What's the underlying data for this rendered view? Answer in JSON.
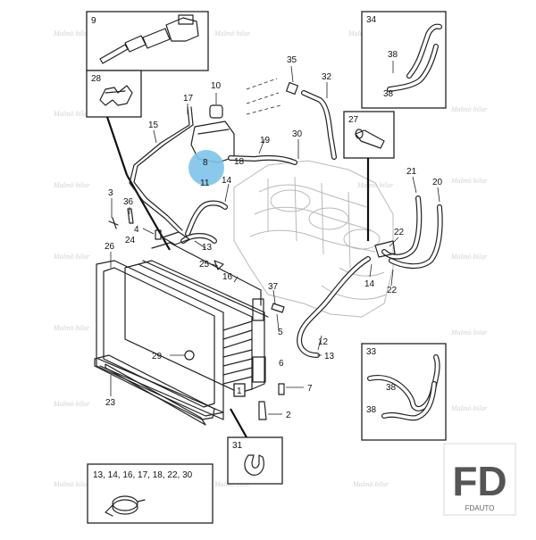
{
  "watermark": "Malmö bilar",
  "highlight_color": "#7ec3ea",
  "logo": {
    "letters": "FD",
    "caption": "FDAUTO"
  },
  "detail_boxes": {
    "box9": {
      "number": "9",
      "part": "temperature-sensor"
    },
    "box28": {
      "number": "28",
      "part": "hose-clip"
    },
    "box34": {
      "number": "34",
      "part": "heater-hose-set",
      "labels": [
        "38",
        "38"
      ]
    },
    "box27": {
      "number": "27",
      "part": "hose-connector"
    },
    "box33": {
      "number": "33",
      "part": "heater-hose-set",
      "labels": [
        "38",
        "38"
      ]
    },
    "box31": {
      "number": "31",
      "part": "clip"
    },
    "box_clamps": {
      "title": "13, 14, 16, 17, 18, 22, 30",
      "part": "hose-clamp"
    }
  },
  "labels": {
    "l10": "10",
    "l17": "17",
    "l15": "15",
    "l8": "8",
    "l11": "11",
    "l18": "18",
    "l19": "19",
    "l30": "30",
    "l35": "35",
    "l32": "32",
    "l14a": "14",
    "l3": "3",
    "l36": "36",
    "l4": "4",
    "l24": "24",
    "l26": "26",
    "l13a": "13",
    "l25": "25",
    "l16": "16",
    "l37": "37",
    "l5": "5",
    "l29": "29",
    "l12": "12",
    "l13b": "13",
    "l7": "7",
    "l2": "2",
    "l1": "1",
    "l23": "23",
    "l21": "21",
    "l20": "20",
    "l22a": "22",
    "l22b": "22",
    "l14b": "14",
    "l6": "6"
  }
}
